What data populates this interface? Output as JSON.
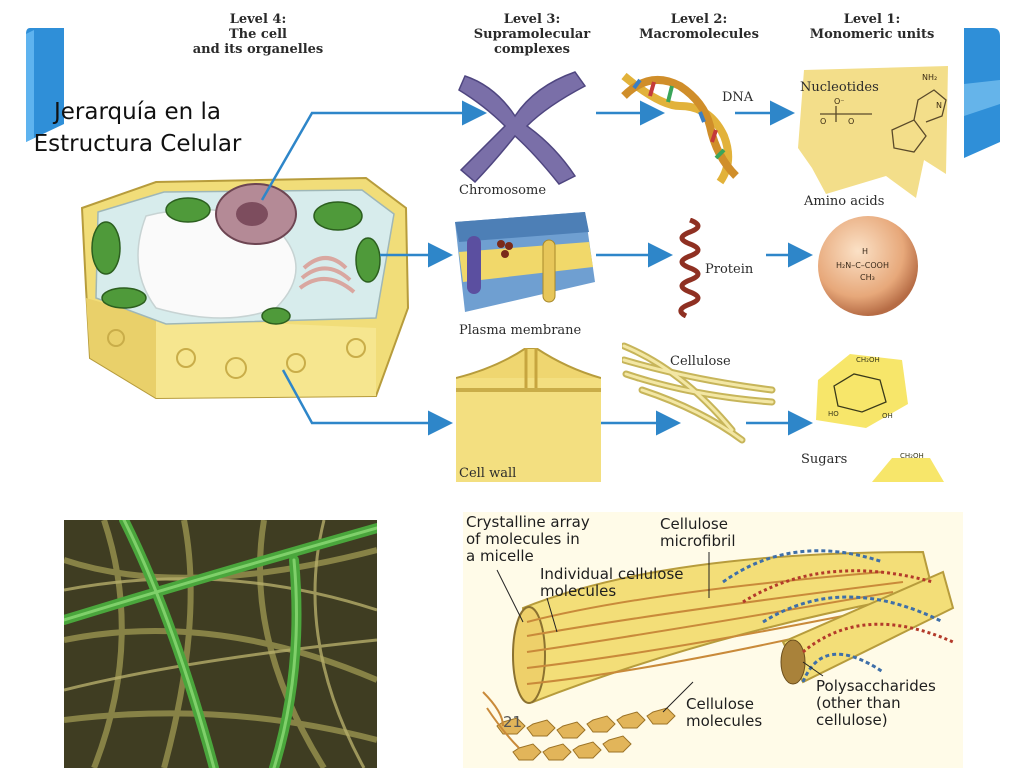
{
  "slide_title": "Jerarquía en la\nEstructura Celular",
  "levels": {
    "level4": "Level 4:\nThe cell\nand its organelles",
    "level3": "Level 3:\nSupramolecular\ncomplexes",
    "level2": "Level 2:\nMacromolecules",
    "level1": "Level 1:\nMonomeric units"
  },
  "labels": {
    "chromosome": "Chromosome",
    "plasma_membrane": "Plasma membrane",
    "cell_wall": "Cell wall",
    "dna": "DNA",
    "protein": "Protein",
    "cellulose": "Cellulose",
    "nucleotides": "Nucleotides",
    "amino_acids": "Amino acids",
    "sugars": "Sugars"
  },
  "cellulose_diagram": {
    "crystalline": "Crystalline array\nof molecules in\na micelle",
    "microfibril": "Cellulose\nmicrofibril",
    "individual": "Individual  cellulose\nmolecules",
    "cellulose_molecules": "Cellulose\nmolecules",
    "polysaccharides": "Polysaccharides\n(other than\ncellulose)",
    "page_number": "21"
  },
  "colors": {
    "accent_blue": "#2f8fd8",
    "arrow_blue": "#2e86c9",
    "cell_yellow": "#f2e08a",
    "fiber_green": "#3fa33c"
  }
}
